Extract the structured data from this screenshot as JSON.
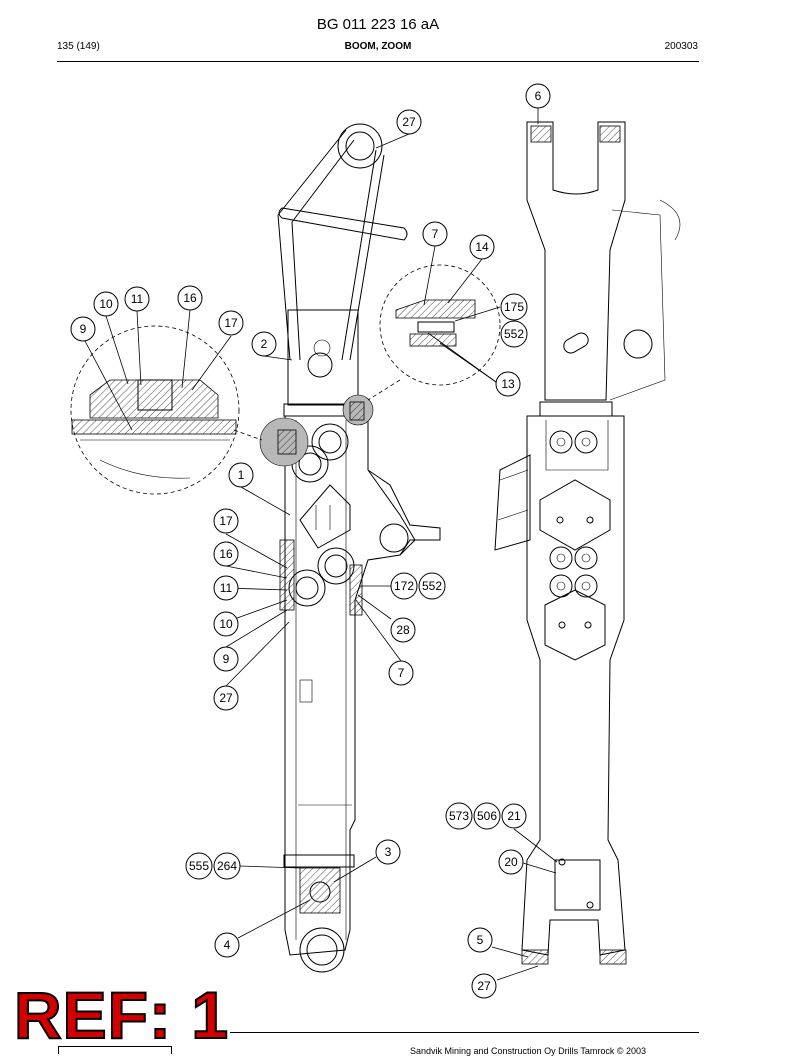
{
  "header": {
    "doc_code": "BG 011 223 16 aA",
    "page": "135 (149)",
    "section": "BOOM, ZOOM",
    "date": "200303"
  },
  "footer": {
    "copyright": "Sandvik Mining and Construction Oy Drills Tamrock © 2003"
  },
  "ref_label": "REF: 1",
  "callouts": [
    {
      "id": "c-27-top",
      "label": "27"
    },
    {
      "id": "c-6",
      "label": "6"
    },
    {
      "id": "c-7-detail",
      "label": "7"
    },
    {
      "id": "c-14",
      "label": "14"
    },
    {
      "id": "c-175",
      "label": "175"
    },
    {
      "id": "c-552-detail",
      "label": "552"
    },
    {
      "id": "c-13",
      "label": "13"
    },
    {
      "id": "c-2",
      "label": "2"
    },
    {
      "id": "c-10-detail",
      "label": "10"
    },
    {
      "id": "c-11-detail",
      "label": "11"
    },
    {
      "id": "c-16-detail",
      "label": "16"
    },
    {
      "id": "c-17-detail",
      "label": "17"
    },
    {
      "id": "c-9-detail",
      "label": "9"
    },
    {
      "id": "c-1",
      "label": "1"
    },
    {
      "id": "c-17",
      "label": "17"
    },
    {
      "id": "c-16",
      "label": "16"
    },
    {
      "id": "c-11",
      "label": "11"
    },
    {
      "id": "c-10",
      "label": "10"
    },
    {
      "id": "c-9",
      "label": "9"
    },
    {
      "id": "c-27-mid",
      "label": "27"
    },
    {
      "id": "c-172",
      "label": "172"
    },
    {
      "id": "c-552",
      "label": "552"
    },
    {
      "id": "c-28",
      "label": "28"
    },
    {
      "id": "c-7",
      "label": "7"
    },
    {
      "id": "c-573",
      "label": "573"
    },
    {
      "id": "c-506",
      "label": "506"
    },
    {
      "id": "c-21",
      "label": "21"
    },
    {
      "id": "c-20",
      "label": "20"
    },
    {
      "id": "c-3",
      "label": "3"
    },
    {
      "id": "c-555",
      "label": "555"
    },
    {
      "id": "c-264",
      "label": "264"
    },
    {
      "id": "c-4",
      "label": "4"
    },
    {
      "id": "c-5",
      "label": "5"
    },
    {
      "id": "c-27-bottom",
      "label": "27"
    }
  ]
}
